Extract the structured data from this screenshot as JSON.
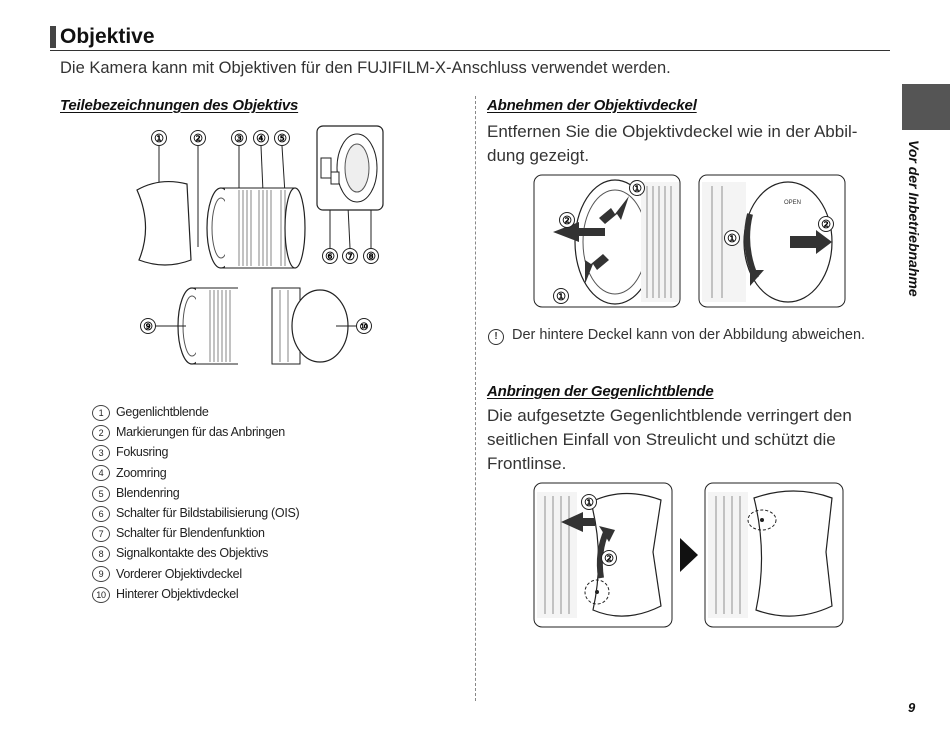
{
  "header": {
    "title": "Objektive"
  },
  "intro": "Die Kamera kann mit Objektiven für den FUJIFILM-X-Anschluss verwendet werden.",
  "left": {
    "heading": "Teilebezeichnungen des Objektivs",
    "callouts_top": [
      "①",
      "②",
      "③",
      "④",
      "⑤"
    ],
    "callouts_mid": [
      "⑥",
      "⑦",
      "⑧"
    ],
    "callout_9": "⑨",
    "callout_10": "⑩",
    "parts": [
      {
        "num": "1",
        "label": "Gegenlichtblende"
      },
      {
        "num": "2",
        "label": "Markierungen für das Anbringen"
      },
      {
        "num": "3",
        "label": "Fokusring"
      },
      {
        "num": "4",
        "label": "Zoomring"
      },
      {
        "num": "5",
        "label": "Blendenring"
      },
      {
        "num": "6",
        "label": "Schalter für Bildstabilisierung (OIS)"
      },
      {
        "num": "7",
        "label": "Schalter für Blendenfunktion"
      },
      {
        "num": "8",
        "label": "Signalkontakte des Objektivs"
      },
      {
        "num": "9",
        "label": "Vorderer Objektivdeckel"
      },
      {
        "num": "10",
        "label": "Hinterer Objektivdeckel"
      }
    ]
  },
  "right": {
    "section1": {
      "heading": "Abnehmen der Objektivdeckel",
      "text": "Entfernen Sie die Objektivdeckel wie in der Abbil­dung gezeigt.",
      "note_icon": "!",
      "note": "Der hintere Deckel kann von der Abbildung abwei­chen.",
      "callouts": [
        "①",
        "②",
        "①",
        "①",
        "②"
      ],
      "cap_label": "OPEN"
    },
    "section2": {
      "heading": "Anbringen der Gegenlichtblende",
      "text": "Die aufgesetzte Gegenlichtblende verringert den seitlichen Einfall von Streulicht und schützt die Frontlinse.",
      "callouts": [
        "①",
        "②"
      ]
    }
  },
  "sidebar": {
    "label": "Vor der Inbetriebnahme"
  },
  "footer": {
    "page_number": "9"
  }
}
